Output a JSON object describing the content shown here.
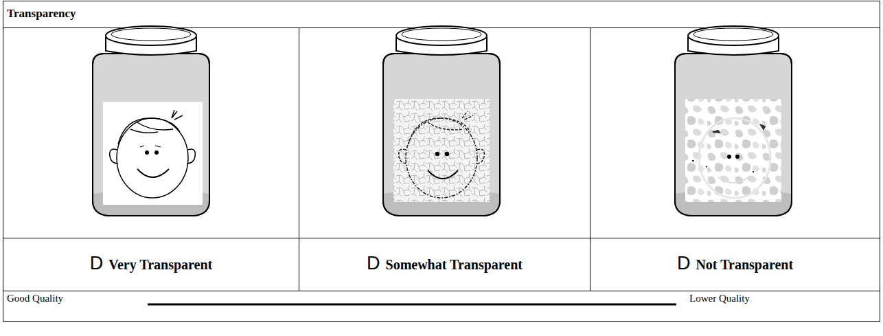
{
  "diagram": {
    "title": "Transparency",
    "labels": [
      "D",
      "Very Transparent",
      "D",
      "Somewhat Transparent",
      "D",
      "Not Transparent",
      "Good Quality",
      "Lower Quality"
    ]
  }
}
